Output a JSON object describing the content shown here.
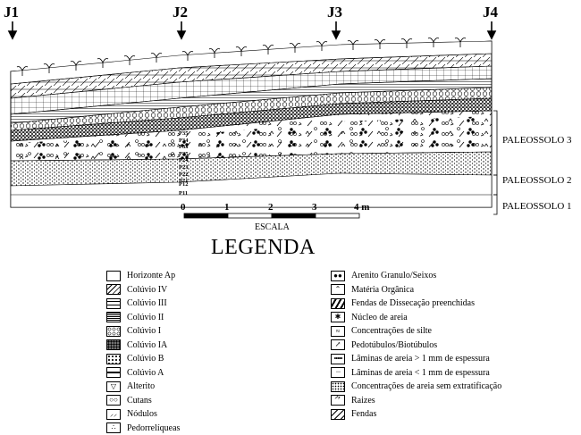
{
  "profile": {
    "wells": [
      "J1",
      "J2",
      "J3",
      "J4"
    ],
    "paleosols": [
      "PALEOSSOLO 3",
      "PALEOSSOLO 2",
      "PALEOSSOLO 1"
    ],
    "horizons_upper": [
      "P35",
      "P34",
      "P33",
      "P25",
      "P24",
      "P23",
      "P22",
      "P21"
    ],
    "horizons_lower": [
      "P12",
      "P11"
    ]
  },
  "scale": {
    "ticks": [
      "0",
      "1",
      "2",
      "3",
      "4 m"
    ],
    "label": "ESCALA"
  },
  "legend": {
    "title": "LEGENDA",
    "left": [
      {
        "label": "Horizonte Ap",
        "icon": "horizon-ap-icon"
      },
      {
        "label": "Colúvio IV",
        "icon": "colluvium-iv-icon"
      },
      {
        "label": "Colúvio III",
        "icon": "colluvium-iii-icon"
      },
      {
        "label": "Colúvio II",
        "icon": "colluvium-ii-icon"
      },
      {
        "label": "Colúvio I",
        "icon": "colluvium-i-icon"
      },
      {
        "label": "Colúvio IA",
        "icon": "colluvium-ia-icon"
      },
      {
        "label": "Colúvio B",
        "icon": "colluvium-b-icon"
      },
      {
        "label": "Colúvio A",
        "icon": "colluvium-a-icon"
      },
      {
        "label": "Alterito",
        "icon": "alterite-icon"
      },
      {
        "label": "Cutans",
        "icon": "cutans-icon"
      },
      {
        "label": "Nódulos",
        "icon": "nodules-icon"
      },
      {
        "label": "Pedorrelíqueas",
        "icon": "pedorelics-icon"
      }
    ],
    "right": [
      {
        "label": "Arenito Granulo/Seixos",
        "icon": "granule-sandstone-icon"
      },
      {
        "label": "Matéria Orgânica",
        "icon": "organic-matter-icon"
      },
      {
        "label": "Fendas de Dissecação preenchidas",
        "icon": "filled-cracks-icon"
      },
      {
        "label": "Núcleo de areia",
        "icon": "sand-nucleus-icon"
      },
      {
        "label": "Concentrações de silte",
        "icon": "silt-icon"
      },
      {
        "label": "Pedotúbulos/Biotúbulos",
        "icon": "pedotubules-icon"
      },
      {
        "label": "Lâminas  de areia > 1 mm de espessura",
        "icon": "thick-laminae-icon"
      },
      {
        "label": "Lâminas  de areia < 1 mm de espessura",
        "icon": "thin-laminae-icon"
      },
      {
        "label": "Concentrações de areia sem extratificação",
        "icon": "sand-concentration-icon"
      },
      {
        "label": "Raizes",
        "icon": "roots-icon"
      },
      {
        "label": "Fendas",
        "icon": "cracks-icon"
      }
    ]
  }
}
